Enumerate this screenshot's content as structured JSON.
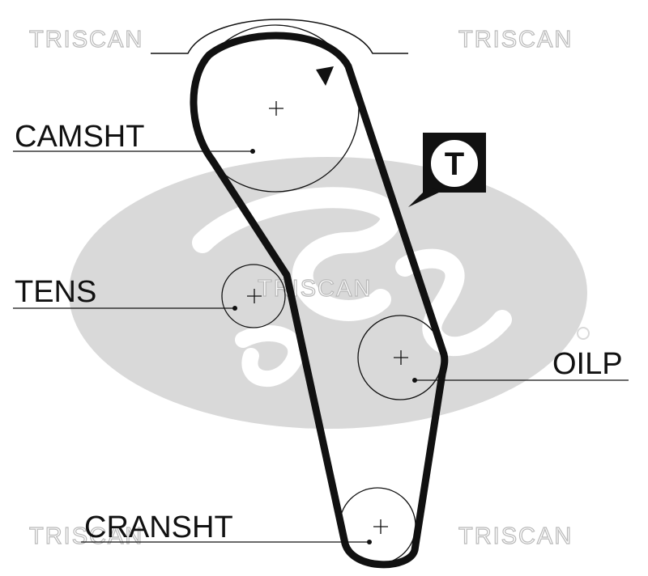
{
  "watermarks": {
    "brand": "TRISCAN",
    "logo": "Gates"
  },
  "labels": {
    "camshaft": "CAMSHT",
    "tensioner": "TENS",
    "oil_pump": "OILP",
    "crankshaft": "CRANSHT"
  },
  "badge": {
    "letter": "T"
  },
  "colors": {
    "belt": "#111111",
    "pulley": "#111111",
    "watermark": "#c8c8c8",
    "background": "#ffffff"
  }
}
